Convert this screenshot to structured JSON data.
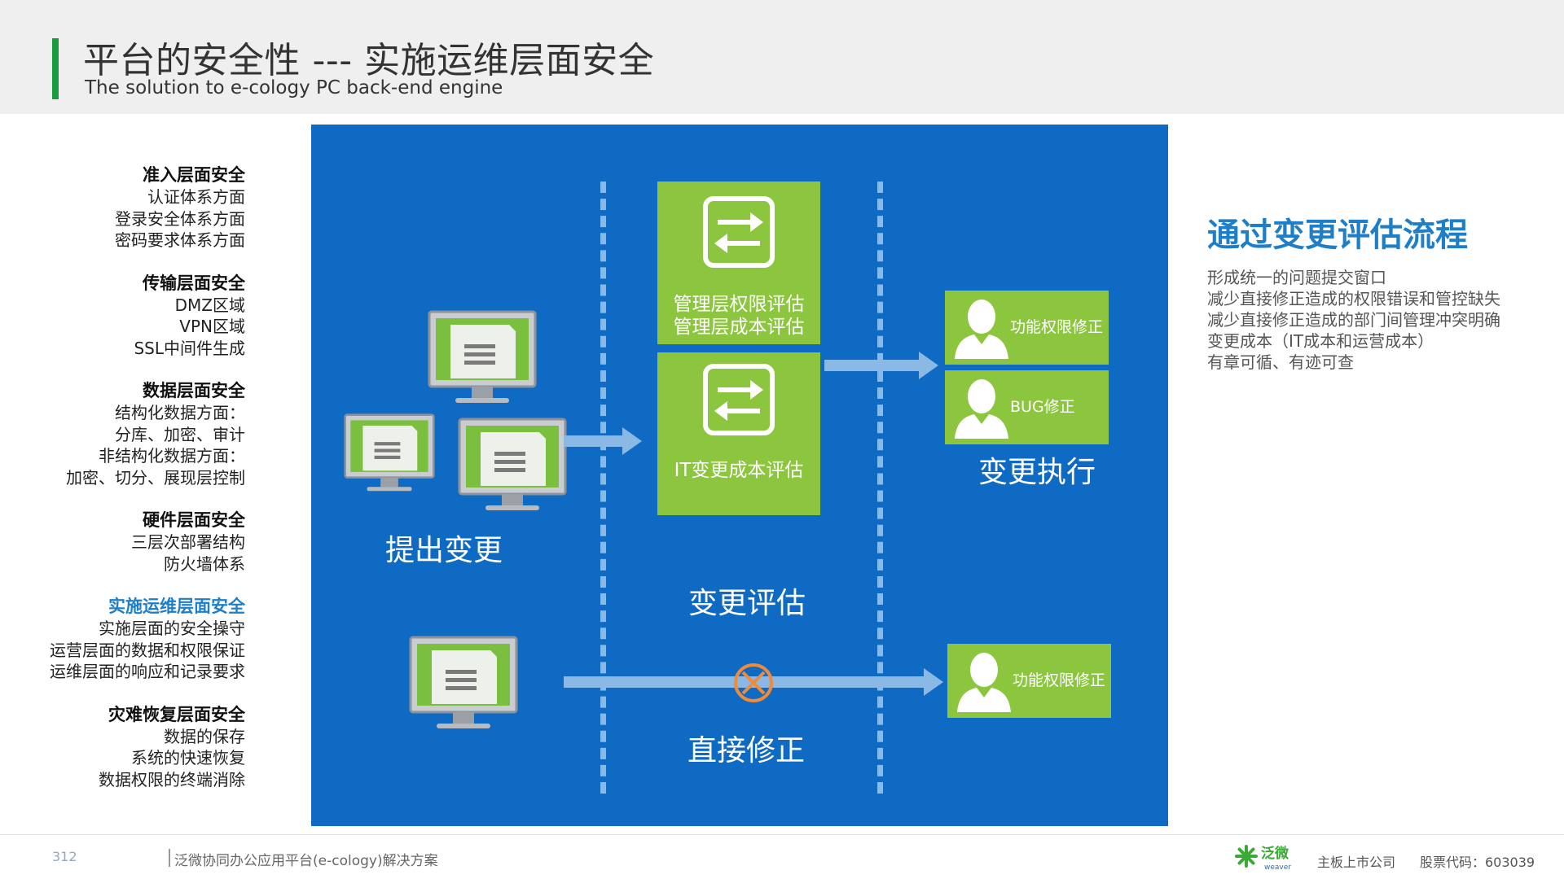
{
  "header": {
    "title": "平台的安全性  --- 实施运维层面安全",
    "subtitle": "The solution to e-cology PC back-end engine"
  },
  "nav": {
    "groups": [
      {
        "title": "准入层面安全",
        "items": [
          "认证体系方面",
          "登录安全体系方面",
          "密码要求体系方面"
        ]
      },
      {
        "title": "传输层面安全",
        "items": [
          "DMZ区域",
          "VPN区域",
          "SSL中间件生成"
        ]
      },
      {
        "title": "数据层面安全",
        "items": [
          "结构化数据方面：",
          "分库、加密、审计",
          "非结构化数据方面：",
          "加密、切分、展现层控制"
        ]
      },
      {
        "title": "硬件层面安全",
        "items": [
          "三层次部署结构",
          "防火墙体系"
        ]
      },
      {
        "title": "实施运维层面安全",
        "items": [
          "实施层面的安全操守",
          "运营层面的数据和权限保证",
          "运维层面的响应和记录要求"
        ],
        "active": true
      },
      {
        "title": "灾难恢复层面安全",
        "items": [
          "数据的保存",
          "系统的快速恢复",
          "数据权限的终端消除"
        ]
      }
    ]
  },
  "diagram": {
    "box_mgmt": {
      "line1": "管理层权限评估",
      "line2": "管理层成本评估"
    },
    "box_it": {
      "line1": "IT变更成本评估"
    },
    "person_func1": "功能权限修正",
    "person_bug": "BUG修正",
    "person_func2": "功能权限修正",
    "label_propose": "提出变更",
    "label_evaluate": "变更评估",
    "label_execute": "变更执行",
    "label_direct": "直接修正"
  },
  "right": {
    "title": "通过变更评估流程",
    "lines": [
      "形成统一的问题提交窗口",
      "减少直接修正造成的权限错误和管控缺失",
      "减少直接修正造成的部门间管理冲突明确",
      "变更成本（IT成本和运营成本）",
      "有章可循、有迹可查"
    ]
  },
  "footer": {
    "page": "312",
    "text": "泛微协同办公应用平台(e-cology)解决方案",
    "company": "主板上市公司",
    "stock": "股票代码：603039",
    "logo_text": "泛微",
    "logo_sub": "weaver"
  },
  "colors": {
    "accent_green": "#1a9b3e",
    "diagram_blue": "#0e6ac3",
    "box_green": "#8cc63f",
    "highlight_blue": "#1e7fc8",
    "cross_orange": "#f08b3b"
  }
}
